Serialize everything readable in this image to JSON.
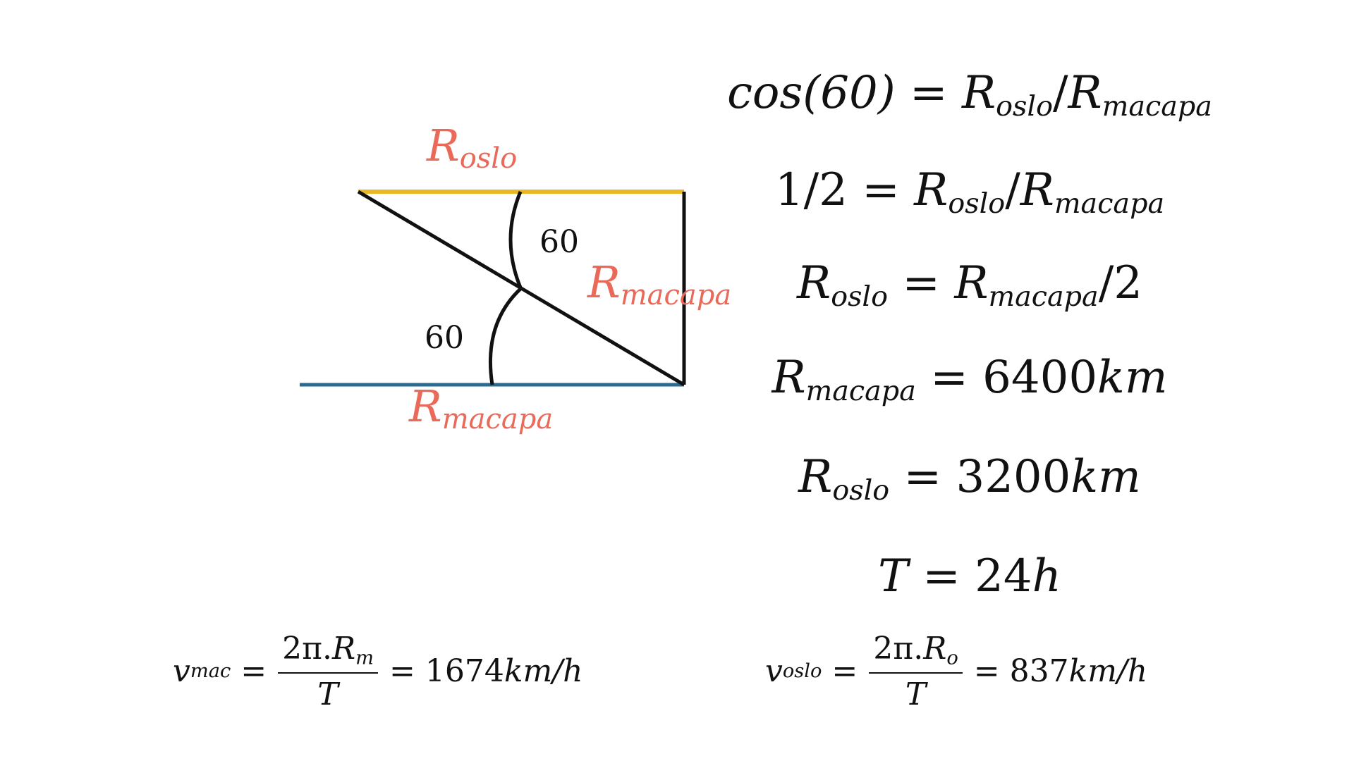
{
  "colors": {
    "background": "#ffffff",
    "ink": "#111111",
    "label_red": "#ea6a5a",
    "oslo_line": "#e8b923",
    "macapa_line": "#2a6a8e"
  },
  "diagram": {
    "label_top": {
      "base": "R",
      "sub": "oslo"
    },
    "label_diag": {
      "base": "R",
      "sub": "macapa"
    },
    "label_bottom": {
      "base": "R",
      "sub": "macapa"
    },
    "angle_upper": "60",
    "angle_lower": "60"
  },
  "equations": {
    "eq1": {
      "lhs": "cos(60) = ",
      "r1": "R",
      "r1_sub": "oslo",
      "slash": "/",
      "r2": "R",
      "r2_sub": "macapa"
    },
    "eq2": {
      "lhs": "1/2 = ",
      "r1": "R",
      "r1_sub": "oslo",
      "slash": "/",
      "r2": "R",
      "r2_sub": "macapa"
    },
    "eq3": {
      "r1": "R",
      "r1_sub": "oslo",
      "mid": " = ",
      "r2": "R",
      "r2_sub": "macapa",
      "tail": "/2"
    },
    "eq4": {
      "r": "R",
      "r_sub": "macapa",
      "rhs": " = 6400",
      "unit": "km"
    },
    "eq5": {
      "r": "R",
      "r_sub": "oslo",
      "rhs": " = 3200",
      "unit": "km"
    },
    "eq6": {
      "lhs": "T",
      "rhs": " = 24",
      "unit": "h"
    }
  },
  "velocities": {
    "mac": {
      "v": "v",
      "v_sub": "mac",
      "eq": "=",
      "num": "2π.",
      "num_r": "R",
      "num_r_sub": "m",
      "den": "T",
      "result": "= 1674",
      "unit": "km/h"
    },
    "oslo": {
      "v": "v",
      "v_sub": "oslo",
      "eq": "=",
      "num": "2π.",
      "num_r": "R",
      "num_r_sub": "o",
      "den": "T",
      "result": "= 837",
      "unit": "km/h"
    }
  }
}
